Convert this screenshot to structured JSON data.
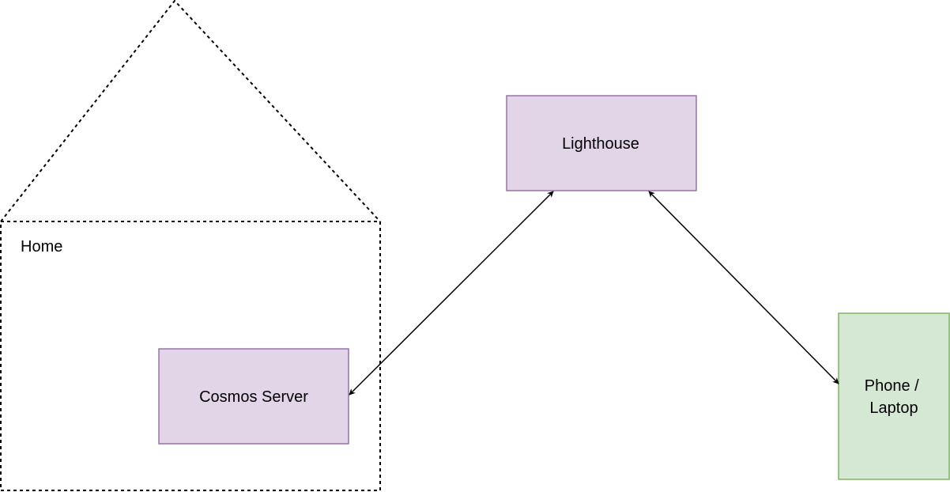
{
  "diagram": {
    "nodes": {
      "home": {
        "label": "Home"
      },
      "cosmos_server": {
        "label": "Cosmos Server",
        "fill": "#e1d5e7",
        "stroke": "#9673a6"
      },
      "lighthouse": {
        "label": "Lighthouse",
        "fill": "#e1d5e7",
        "stroke": "#9673a6"
      },
      "phone_laptop": {
        "label_lines": [
          "Phone /",
          "Laptop"
        ],
        "fill": "#d5e8d4",
        "stroke": "#82b366"
      }
    },
    "edges": [
      {
        "from": "Cosmos Server",
        "to": "Lighthouse",
        "direction": "bidirectional"
      },
      {
        "from": "Lighthouse",
        "to": "Phone / Laptop",
        "direction": "bidirectional"
      }
    ],
    "colors": {
      "line": "#000000",
      "boundary": "#000000"
    }
  }
}
